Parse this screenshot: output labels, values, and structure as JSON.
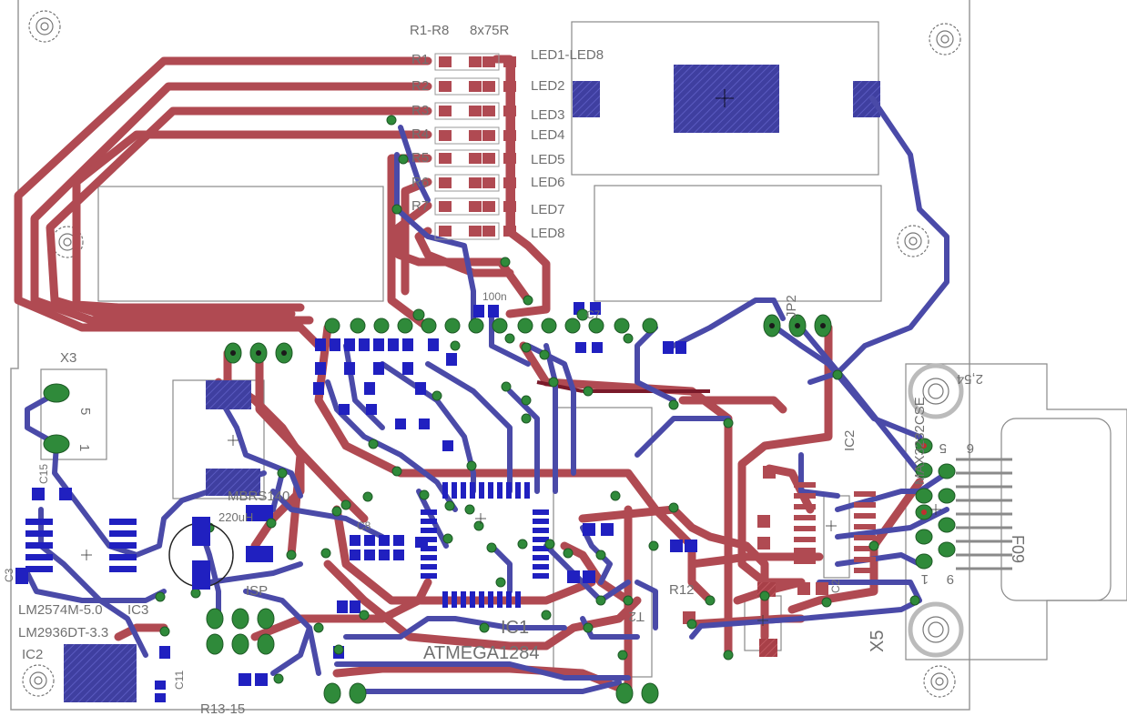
{
  "colors": {
    "background": "#ffffff",
    "outline": "#9a9a9a",
    "top_trace": "#b04a52",
    "bottom_trace": "#4a4aa8",
    "pad_green": "#2f8a3a",
    "pad_blue": "#2020c0",
    "silk": "#8f8f8f"
  },
  "labels": {
    "r_group": "R1-R8",
    "r_value": "8x75R",
    "led_group": "LED1-LED8",
    "led2": "LED2",
    "led3": "LED3",
    "led4": "LED4",
    "led5": "LED5",
    "led6": "LED6",
    "led7": "LED7",
    "led8": "LED8",
    "r1": "R1",
    "r2": "R2",
    "r3": "R3",
    "r4": "R4",
    "r5": "R5",
    "r6": "R6",
    "r7": "R7",
    "x3": "X3",
    "x3_pin5": "5",
    "x3_pin1": "1",
    "jp2": "JP2",
    "ic2_chip": "MAX3232CSE",
    "ic2": "IC2",
    "x5": "X5",
    "x5_size": "2,54",
    "x5_pin5": "5",
    "x5_pin6": "6",
    "x5_pin9": "9",
    "x5_pin1": "1",
    "x5_type": "F09",
    "mbrs": "MBRS140",
    "uh": "220uH",
    "lm2574": "LM2574M-5.0",
    "lm2936": "LM2936DT-3.3",
    "ic2_bottom": "IC2",
    "ic3": "IC3",
    "ic1": "IC1",
    "atmega": "ATMEGA1284",
    "r13": "R13-15",
    "t2": "T2",
    "r12": "R12",
    "isp": "ISP",
    "c7": "C7",
    "c11": "C11",
    "c3": "C3",
    "c15": "C15",
    "c2": "C2",
    "c8": "C8",
    "v100n": "100n"
  }
}
